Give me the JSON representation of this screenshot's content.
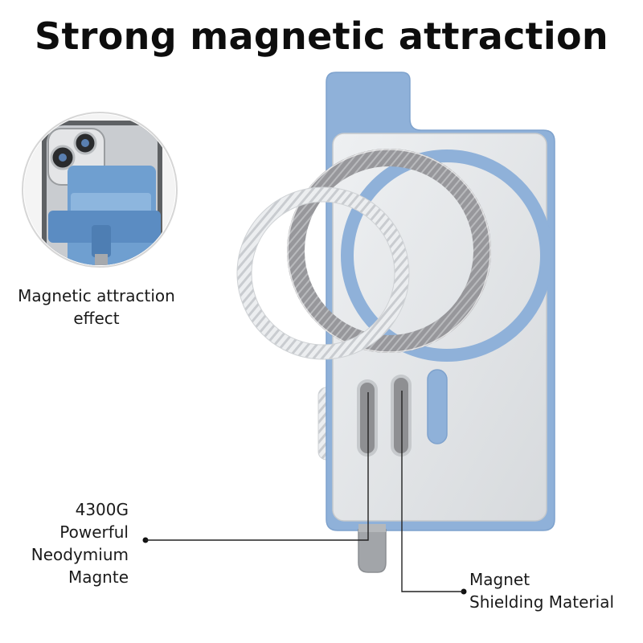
{
  "title": "Strong magnetic attraction",
  "inset_caption": {
    "line1": "Magnetic attraction",
    "line2": "effect"
  },
  "magnet_label": {
    "line1": "4300G",
    "line2": "Powerful",
    "line3": "Neodymium",
    "line4": "Magnte"
  },
  "shield_label": {
    "line1": "Magnet",
    "line2": "Shielding Material"
  },
  "colors": {
    "plate_blue": "#8fb1d9",
    "plate_silver": "#e4e6e9",
    "ring_dark": "#8e8f92",
    "ring_light": "#d9dbde",
    "strap_grey": "#9fa2a6"
  }
}
